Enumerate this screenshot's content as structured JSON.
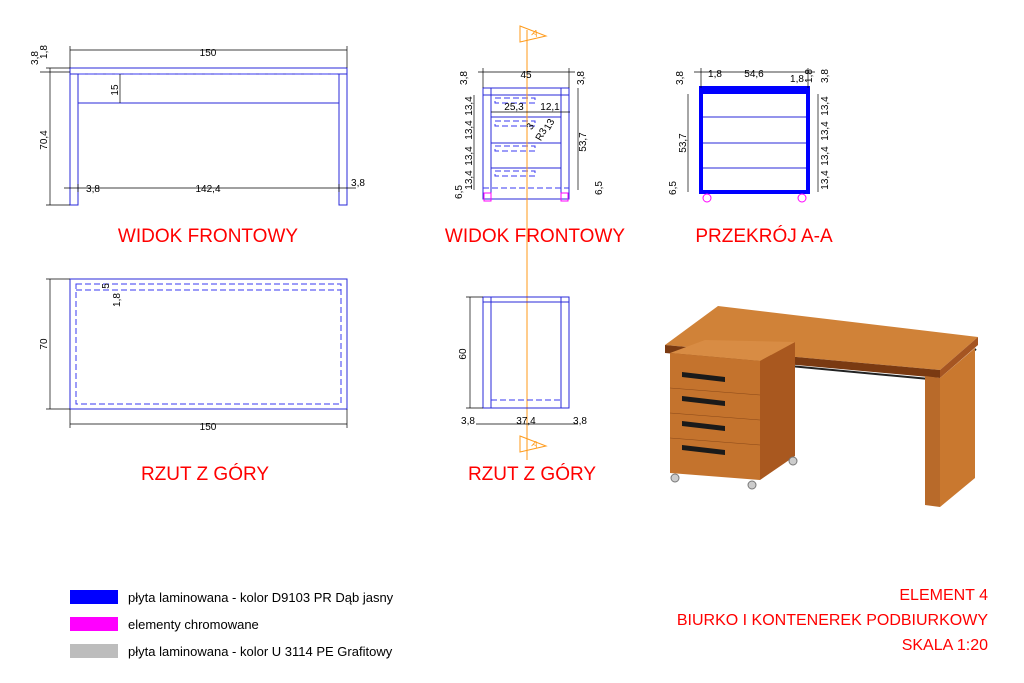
{
  "colors": {
    "laminate_blue": "#0000ff",
    "chrome_magenta": "#ff00ff",
    "graphite_gray": "#bdbdbd",
    "title_red": "#ff0000",
    "section_orange": "#ff9a1a",
    "wood": "#c7732e"
  },
  "views": {
    "desk_front": {
      "title": "WIDOK FRONTOWY",
      "dims": {
        "width": "150",
        "top_thk": "3,8",
        "top_small": "1,8",
        "apron": "15",
        "height": "70,4",
        "leg_left": "3,8",
        "inner": "142,4",
        "leg_right": "3,8"
      }
    },
    "container_front": {
      "title": "WIDOK FRONTOWY",
      "section_mark": "A",
      "dims": {
        "width": "45",
        "top_left": "3,8",
        "top_right": "3,8",
        "d1": "25,3",
        "d2": "12,1",
        "r1": "3",
        "r2": "R3",
        "r3": "13",
        "h1": "13,4",
        "h2": "13,4",
        "h3": "13,4",
        "h4": "13,4",
        "height": "53,7",
        "wheel_l": "6,5",
        "wheel_r": "6,5"
      }
    },
    "section": {
      "title": "PRZEKRÓJ A-A",
      "dims": {
        "top_left": "3,8",
        "side_l": "1,8",
        "inner": "54,6",
        "side_r": "1,8",
        "top_right": "3,8",
        "height": "53,7",
        "wheel": "6,5",
        "h1": "13,4",
        "h2": "13,4",
        "h3": "13,4",
        "h4": "13,4"
      }
    },
    "desk_top": {
      "title": "RZUT Z GÓRY",
      "dims": {
        "depth": "70",
        "width": "150",
        "a": "5",
        "b": "1,8"
      }
    },
    "container_top": {
      "title": "RZUT Z GÓRY",
      "section_mark": "A",
      "dims": {
        "depth": "60",
        "left": "3,8",
        "inner": "37,4",
        "right": "3,8"
      }
    }
  },
  "legend": [
    {
      "label": "płyta laminowana - kolor D9103 PR Dąb jasny",
      "color": "#0000ff"
    },
    {
      "label": "elementy chromowane",
      "color": "#ff00ff"
    },
    {
      "label": "płyta laminowana - kolor U 3114 PE Grafitowy",
      "color": "#bdbdbd"
    }
  ],
  "element_info": {
    "line1": "ELEMENT 4",
    "line2": "BIURKO I KONTENEREK PODBIURKOWY",
    "line3": "SKALA 1:20"
  }
}
